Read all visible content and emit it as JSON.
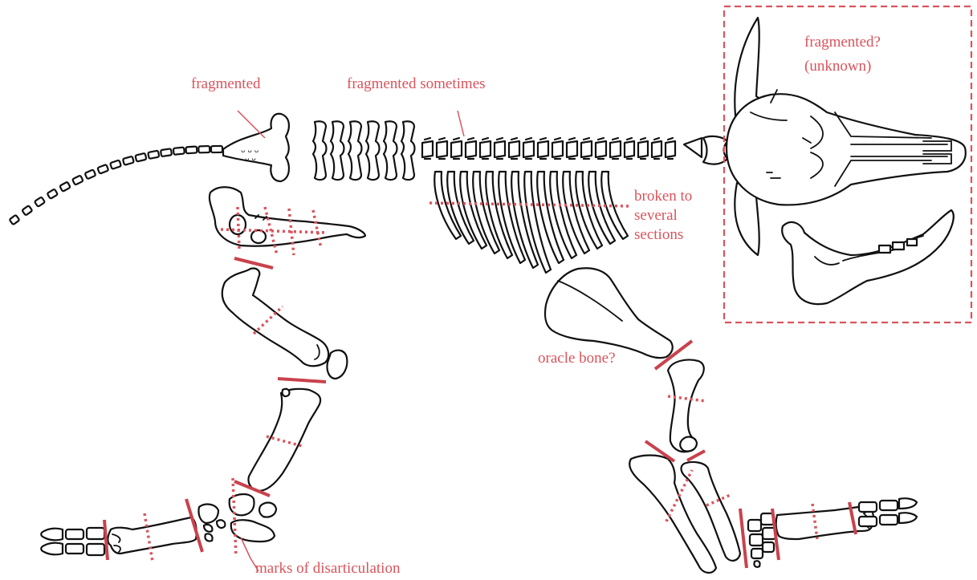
{
  "labels": {
    "sacrum": "fragmented",
    "vertebrae": "fragmented sometimes",
    "skull_line1": "fragmented?",
    "skull_line2": "(unknown)",
    "ribs_line1": "broken to",
    "ribs_line2": "several",
    "ribs_line3": "sections",
    "scapula": "oracle bone?",
    "disarticulation": "marks of disarticulation"
  },
  "colors": {
    "annotation": "#d9545c",
    "cut_mark": "#c9424c",
    "bone_outline": "#111111"
  }
}
